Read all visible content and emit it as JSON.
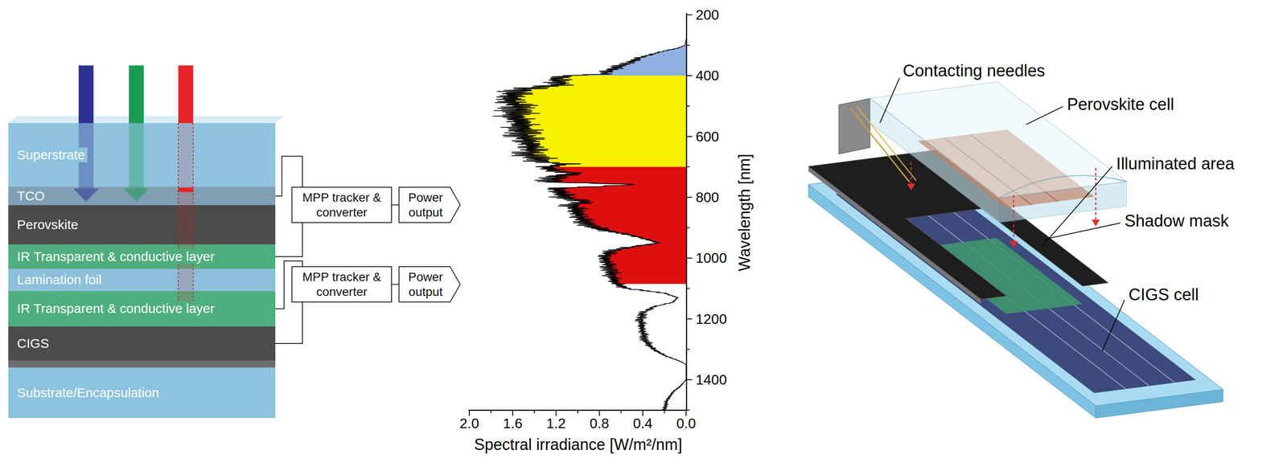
{
  "diagram": {
    "nodes": [
      {
        "text": [
          "Superstrate"
        ]
      },
      {
        "text": [
          "TCO"
        ]
      },
      {
        "text": [
          "Perovskite"
        ]
      },
      {
        "text": [
          "IR Transparent & conductive layer"
        ]
      },
      {
        "text": [
          "Lamination foil"
        ]
      },
      {
        "text": [
          "IR Transparent & conductive layer"
        ]
      },
      {
        "text": [
          "CIGS"
        ]
      },
      {
        "text": [
          "Substrate/Encapsulation"
        ]
      },
      {
        "text": [
          "MPP tracker & converter"
        ]
      },
      {
        "text": [
          "Power output"
        ]
      },
      {
        "text": [
          "MPP tracker & converter"
        ]
      },
      {
        "text": [
          "Power output"
        ]
      }
    ],
    "edges": [
      {
        "from": 1,
        "to": 8,
        "arrow": "none"
      },
      {
        "from": 3,
        "to": 8,
        "arrow": "none"
      },
      {
        "from": 8,
        "to": 9,
        "arrow": "none"
      },
      {
        "from": 5,
        "to": 10,
        "arrow": "none"
      },
      {
        "from": 6,
        "to": 10,
        "arrow": "none"
      },
      {
        "from": 10,
        "to": 11,
        "arrow": "none"
      }
    ],
    "labels": [
      "200",
      "400",
      "600",
      "800",
      "1000",
      "1200",
      "1400",
      "Wavelength [nm]",
      "2.0",
      "1.6",
      "1.2",
      "0.8",
      "0.4",
      "0.0",
      "Spectral irradiance [W/m²/nm]",
      "Contacting needles",
      "Perovskite cell",
      "Illuminated area",
      "Shadow mask",
      "CIGS cell"
    ]
  }
}
